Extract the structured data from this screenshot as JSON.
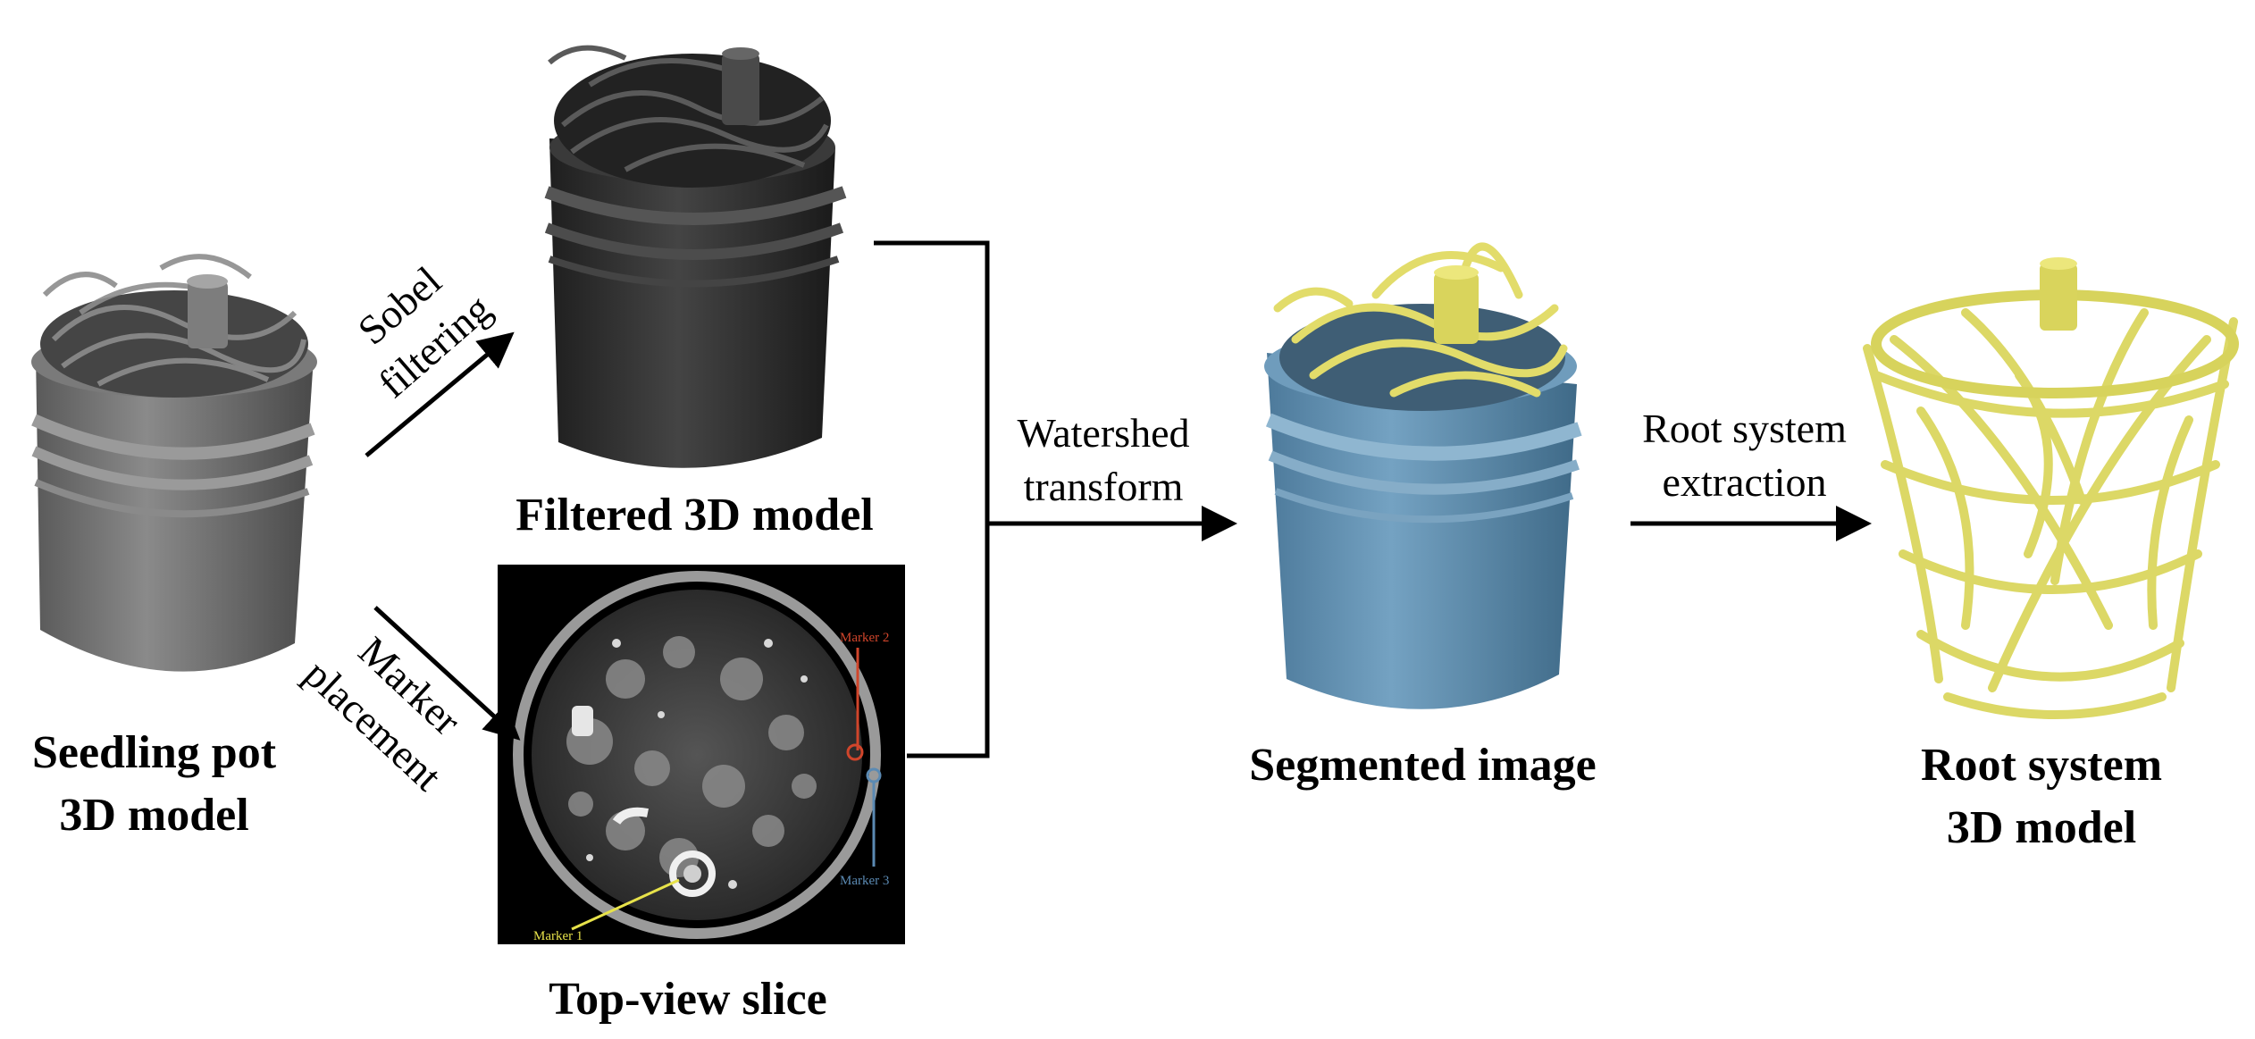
{
  "captions": {
    "seedling_line1": "Seedling pot",
    "seedling_line2": "3D model",
    "filtered": "Filtered 3D model",
    "top_view": "Top-view slice",
    "segmented": "Segmented image",
    "root_line1": "Root system",
    "root_line2": "3D model"
  },
  "steps": {
    "sobel_line1": "Sobel",
    "sobel_line2": "filtering",
    "marker_line1": "Marker",
    "marker_line2": "placement",
    "watershed_line1": "Watershed",
    "watershed_line2": "transform",
    "extraction_line1": "Root system",
    "extraction_line2": "extraction"
  },
  "slice_markers": {
    "m1": "Marker 1",
    "m2": "Marker 2",
    "m3": "Marker 3"
  },
  "colors": {
    "pot_gray": "#6e6e6e",
    "filtered_dark": "#2f2f2f",
    "segmented_blue": "#5b88a8",
    "root_yellow": "#e0dc72",
    "marker1": "#e7e24a",
    "marker2": "#d0452b",
    "marker3": "#5b8ab3"
  }
}
